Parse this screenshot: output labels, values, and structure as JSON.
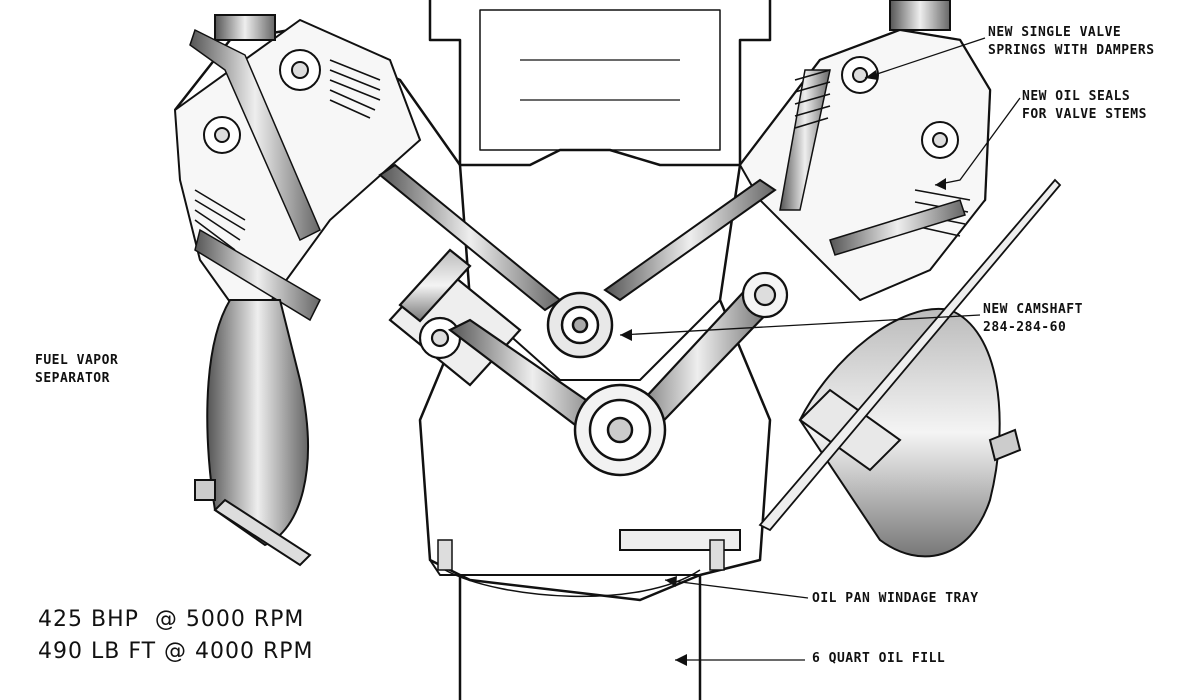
{
  "labels": {
    "valve_springs": {
      "line1": "NEW SINGLE VALVE",
      "line2": "SPRINGS WITH DAMPERS"
    },
    "oil_seals": {
      "line1": "NEW OIL SEALS",
      "line2": "FOR VALVE STEMS"
    },
    "camshaft": {
      "line1": "NEW CAMSHAFT",
      "line2": "284-284-60"
    },
    "fuel_vapor": {
      "line1": "FUEL VAPOR",
      "line2": "SEPARATOR"
    },
    "windage_tray": {
      "text": "OIL PAN WINDAGE TRAY"
    },
    "oil_fill": {
      "text": "6 QUART OIL FILL"
    }
  },
  "specs": {
    "power": "425 BHP  @ 5000 RPM",
    "torque": "490 LB FT @ 4000 RPM"
  }
}
